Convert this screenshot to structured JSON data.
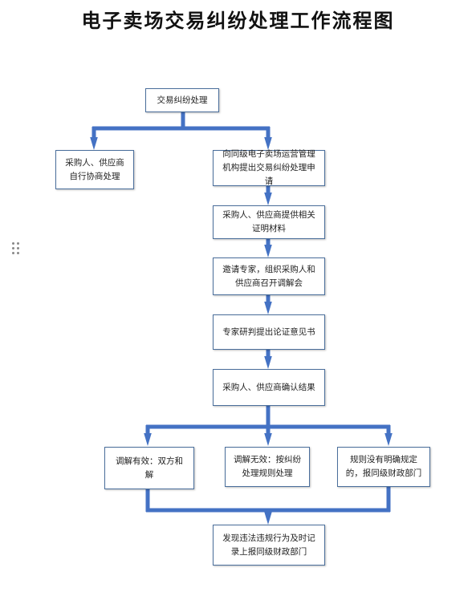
{
  "title": "电子卖场交易纠纷处理工作流程图",
  "colors": {
    "connector": "#4472c4",
    "box_border": "#4a6e9b"
  },
  "nodes": {
    "start": "交易纠纷处理",
    "self_negotiate": "采购人、供应商自行协商处理",
    "apply": "向同级电子卖场运营管理机构提出交易纠纷处理申请",
    "provide_materials": "采购人、供应商提供相关证明材料",
    "invite_experts": "邀请专家，组织采购人和供应商召开调解会",
    "expert_opinion": "专家研判提出论证意见书",
    "confirm_result": "采购人、供应商确认结果",
    "mediation_effective": "调解有效：双方和解",
    "mediation_invalid": "调解无效：按纠纷处理规则处理",
    "no_rule": "规则没有明确规定的，报同级财政部门",
    "report_violation": "发现违法违规行为及时记录上报同级财政部门"
  }
}
